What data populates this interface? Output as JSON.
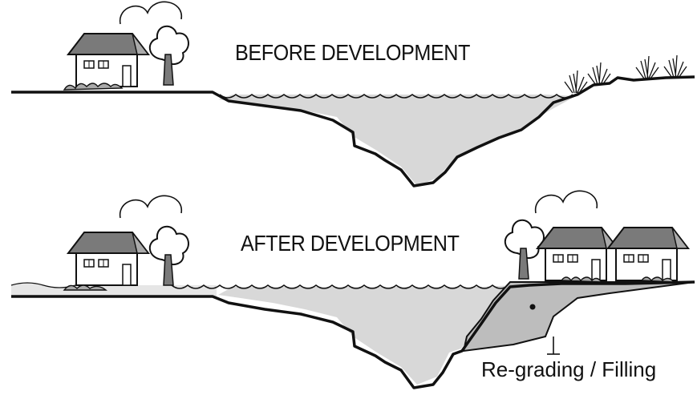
{
  "panels": {
    "before": {
      "title": "BEFORE DEVELOPMENT"
    },
    "after": {
      "title": "AFTER  DEVELOPMENT"
    }
  },
  "annotation": {
    "fill_label": "Re-grading / Filling"
  },
  "colors": {
    "ink": "#111111",
    "water": "#d8d8d8",
    "fill": "#bdbdbd",
    "roof": "#7a7a7a",
    "wall": "#ffffff"
  },
  "icons": [
    "house-icon",
    "tree-icon",
    "grass-icon",
    "shrub-icon"
  ]
}
